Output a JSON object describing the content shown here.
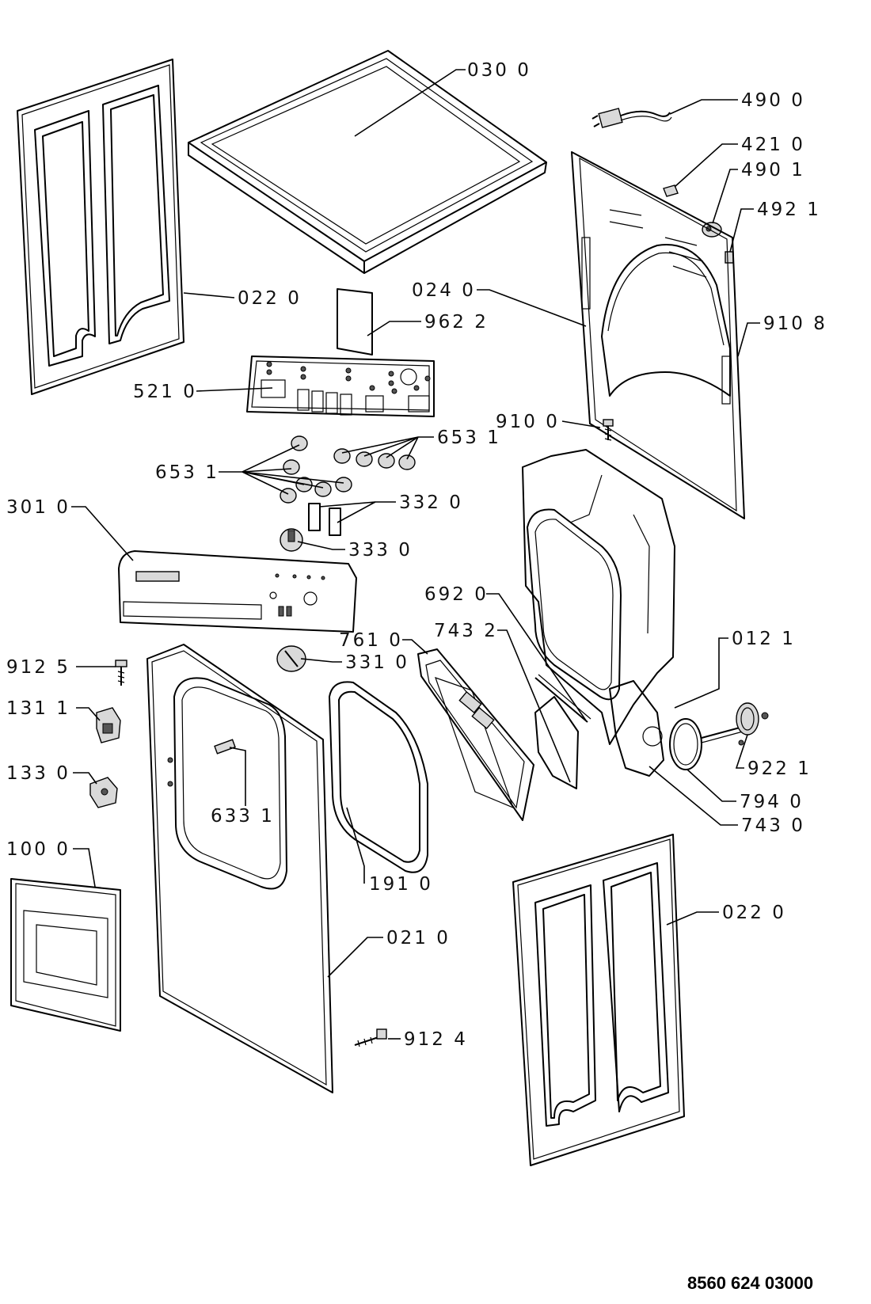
{
  "document_number": "8560 624 03000",
  "labels": [
    {
      "id": "030-0",
      "text": "030 0"
    },
    {
      "id": "490-0",
      "text": "490 0"
    },
    {
      "id": "421-0",
      "text": "421 0"
    },
    {
      "id": "490-1",
      "text": "490 1"
    },
    {
      "id": "492-1",
      "text": "492 1"
    },
    {
      "id": "022-0-top",
      "text": "022 0"
    },
    {
      "id": "024-0",
      "text": "024 0"
    },
    {
      "id": "962-2",
      "text": "962 2"
    },
    {
      "id": "910-8",
      "text": "910 8"
    },
    {
      "id": "521-0",
      "text": "521 0"
    },
    {
      "id": "910-0",
      "text": "910 0"
    },
    {
      "id": "653-1-right",
      "text": "653 1"
    },
    {
      "id": "653-1-left",
      "text": "653 1"
    },
    {
      "id": "301-0",
      "text": "301 0"
    },
    {
      "id": "332-0",
      "text": "332 0"
    },
    {
      "id": "333-0",
      "text": "333 0"
    },
    {
      "id": "692-0",
      "text": "692 0"
    },
    {
      "id": "743-2",
      "text": "743 2"
    },
    {
      "id": "761-0",
      "text": "761 0"
    },
    {
      "id": "331-0",
      "text": "331 0"
    },
    {
      "id": "012-1",
      "text": "012 1"
    },
    {
      "id": "912-5",
      "text": "912 5"
    },
    {
      "id": "131-1",
      "text": "131 1"
    },
    {
      "id": "133-0",
      "text": "133 0"
    },
    {
      "id": "922-1",
      "text": "922 1"
    },
    {
      "id": "633-1",
      "text": "633 1"
    },
    {
      "id": "794-0",
      "text": "794 0"
    },
    {
      "id": "743-0",
      "text": "743 0"
    },
    {
      "id": "100-0",
      "text": "100 0"
    },
    {
      "id": "191-0",
      "text": "191 0"
    },
    {
      "id": "022-0-bottom",
      "text": "022 0"
    },
    {
      "id": "021-0",
      "text": "021 0"
    },
    {
      "id": "912-4",
      "text": "912 4"
    }
  ]
}
